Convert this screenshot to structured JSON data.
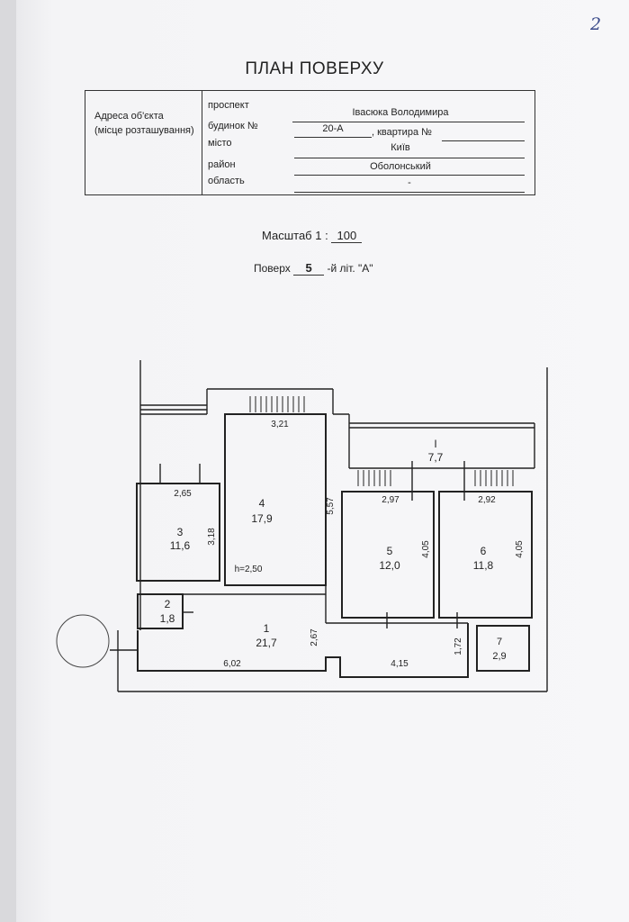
{
  "page_number": "2",
  "title": "ПЛАН ПОВЕРХУ",
  "address_block": {
    "object_label_line1": "Адреса об'єкта",
    "object_label_line2": "(місце розташування)",
    "prospect_label": "проспект",
    "prospect_value": "Івасюка Володимира",
    "building_label": "будинок №",
    "building_value": "20-А",
    "apartment_label": ", квартира №",
    "city_label": "місто",
    "city_value": "Київ",
    "district_label": "район",
    "district_value": "Оболонський",
    "region_label": "область",
    "region_value": "-"
  },
  "scale": {
    "label": "Масштаб",
    "prefix": "1 :",
    "value": "100"
  },
  "floor": {
    "label": "Поверх",
    "value": "5",
    "suffix": "-й літ. \"А\""
  },
  "rooms": [
    {
      "number": "1",
      "area": "21,7"
    },
    {
      "number": "2",
      "area": "1,8"
    },
    {
      "number": "3",
      "area": "11,6"
    },
    {
      "number": "4",
      "area": "17,9"
    },
    {
      "number": "5",
      "area": "12,0"
    },
    {
      "number": "6",
      "area": "11,8"
    },
    {
      "number": "7",
      "area": "2,9"
    },
    {
      "number": "I",
      "area": "7,7"
    }
  ],
  "dimensions": {
    "room4_width": "3,21",
    "room4_length": "5,57",
    "room3_width": "2,65",
    "room3_length": "3,18",
    "room5_width": "2,97",
    "room5_length": "4,05",
    "room6_width": "2,92",
    "room6_length": "4,05",
    "hall_height": "2,67",
    "hall_left_width": "6,02",
    "hall_right_width": "4,15",
    "room7_side": "1,72",
    "ceiling_height": "h=2,50"
  }
}
